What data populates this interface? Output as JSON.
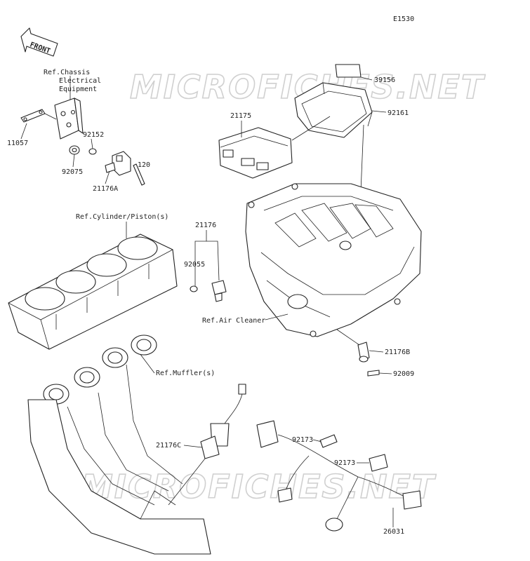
{
  "diagram_code": "E1530",
  "front_label": "FRONT",
  "watermark": "MICROFICHES.NET",
  "refs": {
    "chassis_line1": "Ref.Chassis",
    "chassis_line2": "Electrical",
    "chassis_line3": "Equipment",
    "cylinder": "Ref.Cylinder/Piston(s)",
    "air_cleaner": "Ref.Air Cleaner",
    "muffler": "Ref.Muffler(s)"
  },
  "parts": {
    "p39156": "39156",
    "p92161": "92161",
    "p21175": "21175",
    "p11057": "11057",
    "p92152": "92152",
    "p92075": "92075",
    "p120": "120",
    "p21176A": "21176A",
    "p21176": "21176",
    "p92055": "92055",
    "p21176B": "21176B",
    "p92009": "92009",
    "p21176C": "21176C",
    "p92173a": "92173",
    "p92173b": "92173",
    "p26031": "26031"
  }
}
